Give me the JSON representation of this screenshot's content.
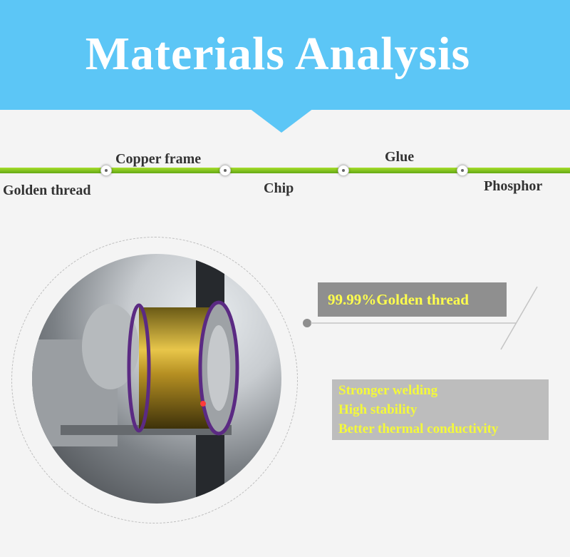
{
  "banner": {
    "title": "Materials Analysis"
  },
  "timeline": {
    "items": [
      {
        "label": "Golden thread"
      },
      {
        "label": "Copper frame"
      },
      {
        "label": "Chip"
      },
      {
        "label": "Glue"
      },
      {
        "label": "Phosphor"
      }
    ]
  },
  "callout": {
    "label": "99.99%Golden thread"
  },
  "features": {
    "items": [
      {
        "text": "Stronger welding"
      },
      {
        "text": "High stability"
      },
      {
        "text": "Better thermal conductivity"
      }
    ]
  },
  "colors": {
    "banner": "#5cc6f6",
    "timeline": "#8ccd1f",
    "callout_text": "#ffff4d",
    "feature_text": "#f4f93a"
  }
}
